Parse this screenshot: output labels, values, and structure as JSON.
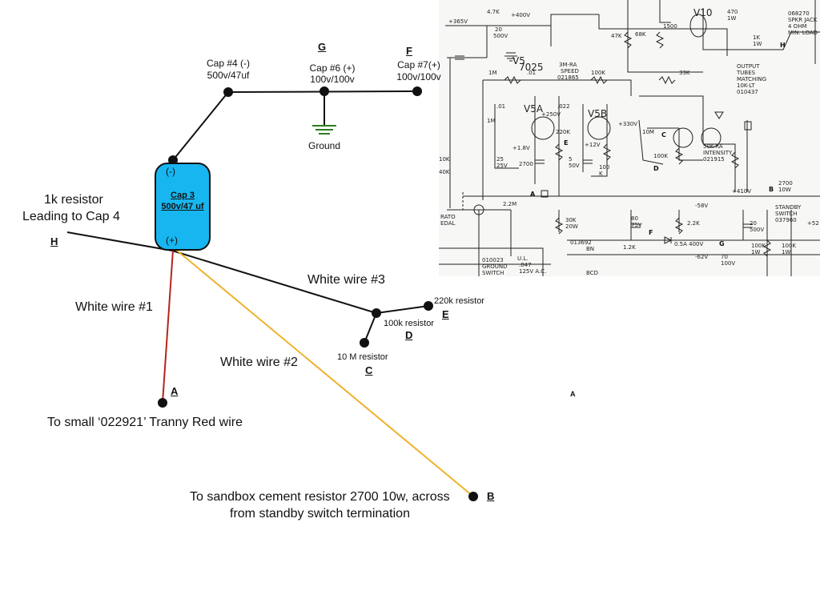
{
  "cap3": {
    "minus": "(-)",
    "name": "Cap 3",
    "rating": "500v/47 uf",
    "plus": "(+)"
  },
  "caps": [
    {
      "name": "Cap #4 (-)",
      "rating": "500v/47uf"
    },
    {
      "name": "Cap #6 (+)",
      "rating": "100v/100v"
    },
    {
      "name": "Cap #7(+)",
      "rating": "100v/100v"
    }
  ],
  "ground_label": "Ground",
  "resistor_note": {
    "line1": "1k resistor",
    "line2": "Leading to Cap 4"
  },
  "wires": {
    "w1": "White wire #1",
    "w2": "White wire #2",
    "w3": "White wire #3"
  },
  "resistors": {
    "r220k": "220k resistor",
    "r100k": "100k resistor",
    "r10m": "10 M resistor"
  },
  "letters": {
    "A": "A",
    "B": "B",
    "C": "C",
    "D": "D",
    "E": "E",
    "F": "F",
    "G": "G",
    "H": "H"
  },
  "destinations": {
    "a": "To small ‘022921’ Tranny Red wire",
    "b_line1": "To sandbox cement resistor 2700 10w,  across",
    "b_line2": "from standby switch termination"
  },
  "stray_letter": "A",
  "wire_colors": {
    "wire1": "#b3261e",
    "wire2": "#f0b12c",
    "wire3": "#111111",
    "cap3_fill": "#18b6f0"
  },
  "schematic": {
    "labels": [
      "+365V",
      "4.7K",
      "+400V",
      "20",
      "500V",
      "V10",
      "470",
      "1W",
      "068270",
      "SPKR JACK",
      "4 OHM",
      "MIN. LOAD",
      "1500",
      "68K",
      "47K",
      "1K",
      "1W",
      "V5",
      "7025",
      "3M-RA",
      "SPEED",
      "021865",
      "1M",
      ".01",
      "100K",
      "33K",
      "OUTPUT",
      "TUBES",
      "MATCHING",
      "10K-LT",
      "010437",
      ".01",
      "V5A",
      ".022",
      "V5B",
      "+250V",
      "+330V",
      "1M",
      "220K",
      "10M",
      "+1.8V",
      "+12V",
      "25",
      "25V",
      "2700",
      "5",
      "50V",
      "100",
      "K",
      "100K",
      "50K-RA",
      "INTENSITY",
      "021915",
      "2700",
      "10W",
      "+410V",
      "2.2M",
      "30K",
      "20W",
      "80",
      "75V",
      "-58V",
      "2.2K",
      "20",
      "500V",
      "STANDBY",
      "SWITCH",
      "037960",
      "+52",
      "013692",
      "BN",
      "1.2K",
      "0.5A 400V",
      "-62V",
      "70",
      "100V",
      "100K",
      "1W",
      "100K",
      "1W",
      "010023",
      "U.L.",
      "GROUND",
      ".047",
      "SWITCH",
      "125V A.C.",
      "BCD",
      "RATO",
      "EDAL",
      "10K",
      "40K"
    ],
    "marks": [
      "A",
      "B",
      "C",
      "D",
      "E",
      "F",
      "G",
      "H"
    ]
  }
}
